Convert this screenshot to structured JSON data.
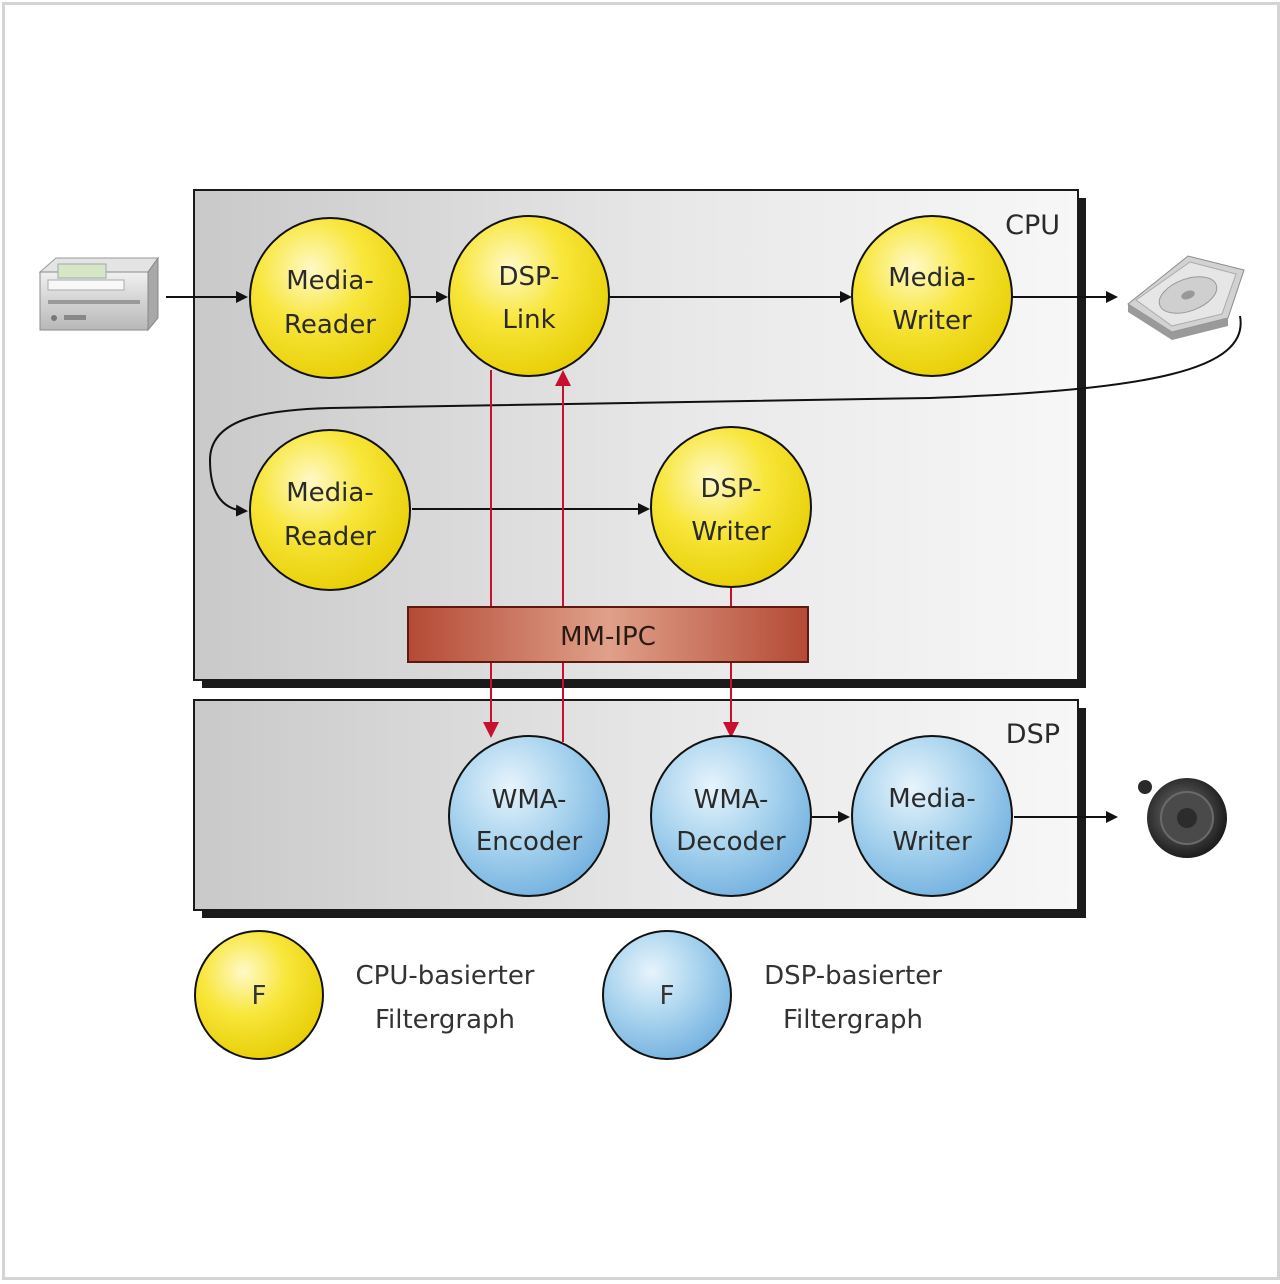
{
  "panels": {
    "cpu_label": "CPU",
    "dsp_label": "DSP"
  },
  "ipc": {
    "label": "MM-IPC"
  },
  "cpu_nodes": {
    "media_reader_top": {
      "line1": "Media-",
      "line2": "Reader"
    },
    "dsp_link": {
      "line1": "DSP-",
      "line2": "Link"
    },
    "media_writer_top": {
      "line1": "Media-",
      "line2": "Writer"
    },
    "media_reader_bottom": {
      "line1": "Media-",
      "line2": "Reader"
    },
    "dsp_writer": {
      "line1": "DSP-",
      "line2": "Writer"
    }
  },
  "dsp_nodes": {
    "wma_encoder": {
      "line1": "WMA-",
      "line2": "Encoder"
    },
    "wma_decoder": {
      "line1": "WMA-",
      "line2": "Decoder"
    },
    "media_writer": {
      "line1": "Media-",
      "line2": "Writer"
    }
  },
  "legend": {
    "cpu": {
      "symbol": "F",
      "line1": "CPU-basierter",
      "line2": "Filtergraph"
    },
    "dsp": {
      "symbol": "F",
      "line1": "DSP-basierter",
      "line2": "Filtergraph"
    }
  },
  "devices": {
    "source": "optical-drive-icon",
    "storage": "hard-disk-icon",
    "output": "speaker-icon"
  },
  "colors": {
    "cpu_node": "#f5e21c",
    "dsp_node": "#8fc4e8",
    "ipc_bar": "#c2543c",
    "ipc_arrow": "#c8102e",
    "flow_arrow": "#111111"
  }
}
